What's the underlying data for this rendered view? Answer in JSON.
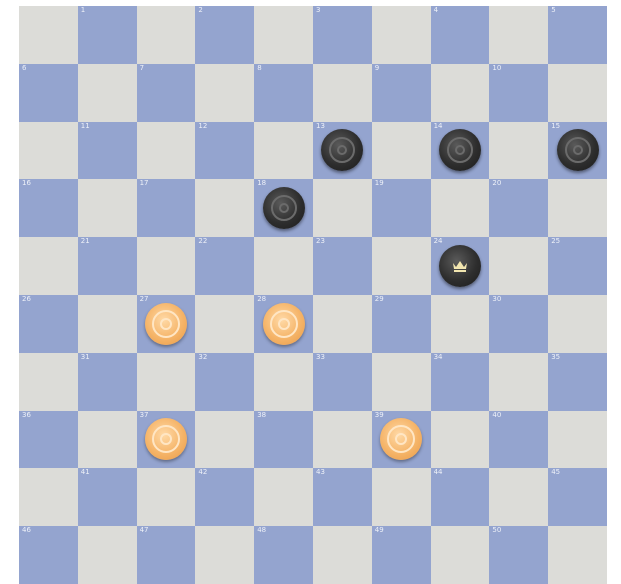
{
  "board": {
    "size": 10,
    "colors": {
      "light": "#dcdcd8",
      "dark": "#94a4cf",
      "black_piece": "#2e2e2e",
      "white_piece": "#f5b468"
    }
  },
  "pieces": [
    {
      "square": 13,
      "color": "black",
      "king": false
    },
    {
      "square": 14,
      "color": "black",
      "king": false
    },
    {
      "square": 15,
      "color": "black",
      "king": false
    },
    {
      "square": 18,
      "color": "black",
      "king": false
    },
    {
      "square": 24,
      "color": "black",
      "king": true,
      "icon": "crown-icon"
    },
    {
      "square": 27,
      "color": "white",
      "king": false
    },
    {
      "square": 28,
      "color": "white",
      "king": false
    },
    {
      "square": 37,
      "color": "white",
      "king": false
    },
    {
      "square": 39,
      "color": "white",
      "king": false
    }
  ]
}
